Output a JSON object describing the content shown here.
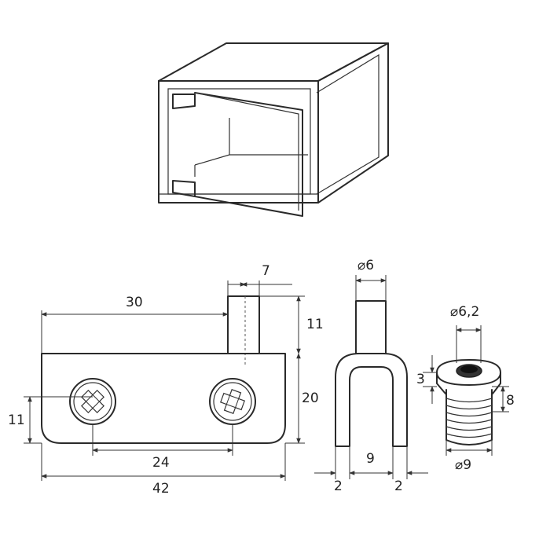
{
  "dimensions": {
    "hinge_length_upper": "30",
    "pin_width": "7",
    "pin_height": "11",
    "body_height": "20",
    "screw_offset": "11",
    "screw_spacing": "24",
    "total_length": "42",
    "bracket_pin_diameter": "⌀6",
    "bracket_inner_width": "9",
    "bracket_wall_left": "2",
    "bracket_wall_right": "2",
    "bushing_bore": "⌀6,2",
    "bushing_flange": "3",
    "bushing_height": "8",
    "bushing_outer": "⌀9"
  },
  "colors": {
    "line": "#2a2a2a",
    "background": "#ffffff"
  }
}
